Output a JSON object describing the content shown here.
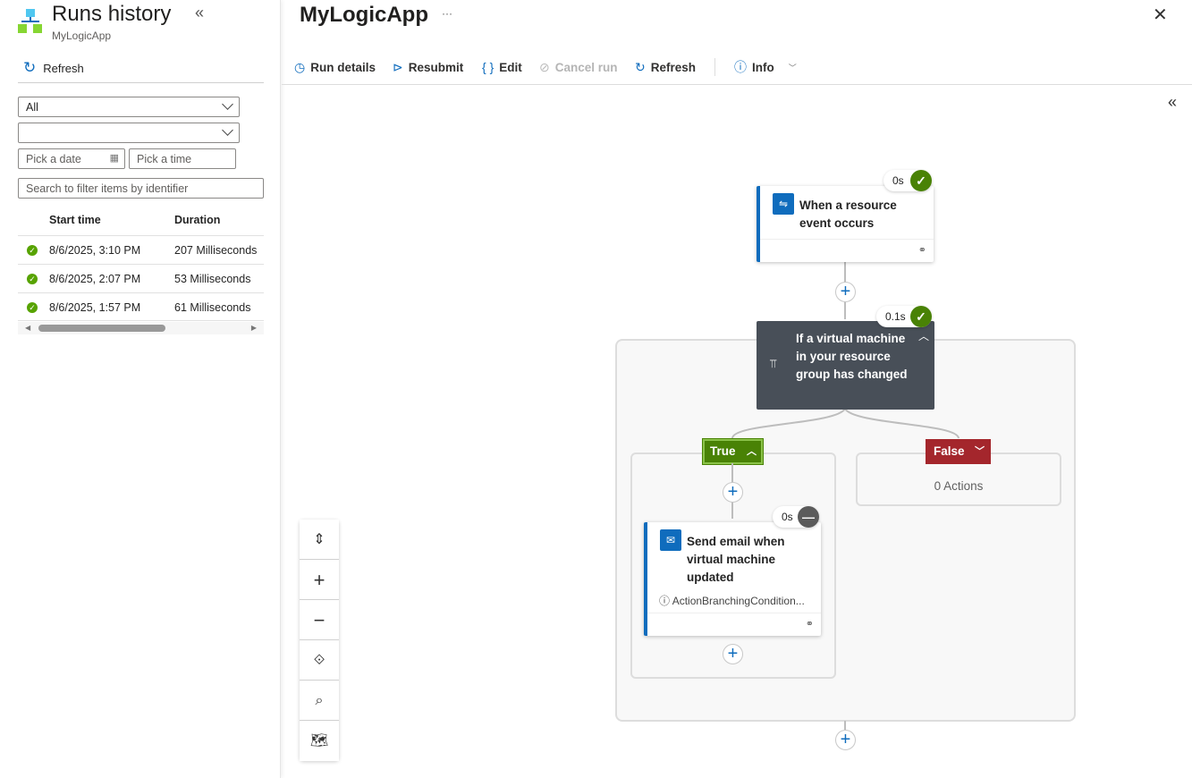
{
  "left": {
    "title": "Runs history",
    "subtitle": "MyLogicApp",
    "refresh": "Refresh",
    "status_filter": "All",
    "second_filter": "",
    "date_placeholder": "Pick a date",
    "time_placeholder": "Pick a time",
    "search_placeholder": "Search to filter items by identifier",
    "columns": [
      "Start time",
      "Duration"
    ],
    "runs": [
      {
        "status": "succeeded",
        "start": "8/6/2025, 3:10 PM",
        "duration": "207 Milliseconds"
      },
      {
        "status": "succeeded",
        "start": "8/6/2025, 2:07 PM",
        "duration": "53 Milliseconds"
      },
      {
        "status": "succeeded",
        "start": "8/6/2025, 1:57 PM",
        "duration": "61 Milliseconds"
      }
    ]
  },
  "main": {
    "title": "MyLogicApp",
    "more": "···",
    "toolbar": {
      "run_details": "Run details",
      "resubmit": "Resubmit",
      "edit": "Edit",
      "cancel_run": "Cancel run",
      "refresh": "Refresh",
      "info": "Info"
    }
  },
  "flow": {
    "trigger": {
      "name": "When a resource event occurs",
      "duration": "0s",
      "status": "succeeded"
    },
    "condition": {
      "name": "If a virtual machine in your resource group has changed",
      "duration": "0.1s",
      "status": "succeeded"
    },
    "true_label": "True",
    "false_label": "False",
    "false_actions": "0 Actions",
    "action": {
      "name": "Send email when virtual machine updated",
      "duration": "0s",
      "status": "skipped",
      "message": "ActionBranchingCondition..."
    }
  },
  "colors": {
    "accent": "#0f6cbd",
    "success": "#498205",
    "false": "#a4262c",
    "condition": "#484f58"
  }
}
